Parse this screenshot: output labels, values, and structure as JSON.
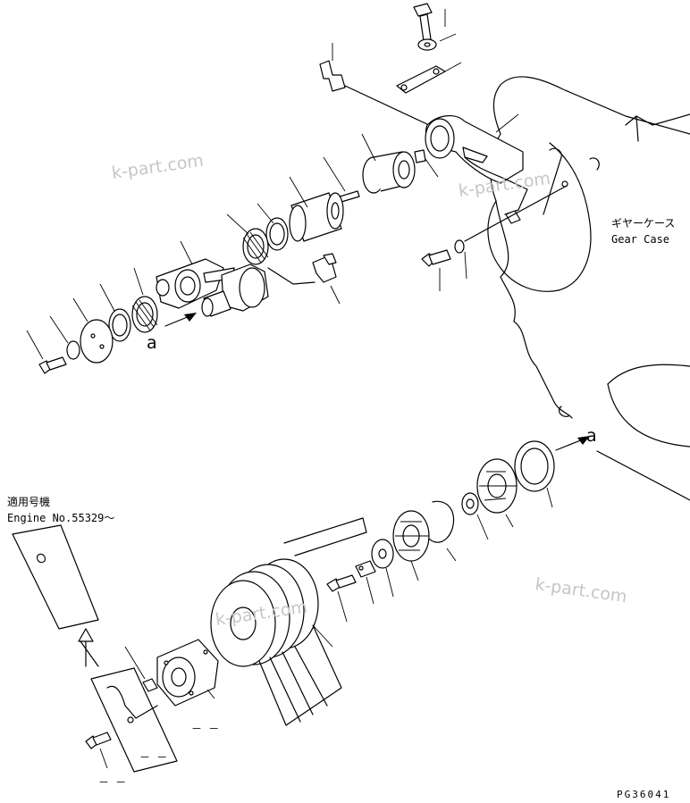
{
  "labels": {
    "gear_case_jp": "ギヤーケース",
    "gear_case_en": "Gear Case",
    "applicable_jp": "適用号機",
    "engine_no": "Engine No.55329～",
    "view_a_top": "a",
    "view_a_bottom": "a",
    "dash_1": "－ －",
    "dash_2": "－ －",
    "dash_3": "－ －",
    "drawing_code": "PG36041"
  },
  "watermarks": [
    "k-part.com",
    "k-part.com",
    "k-part.com",
    "k-part.com"
  ]
}
